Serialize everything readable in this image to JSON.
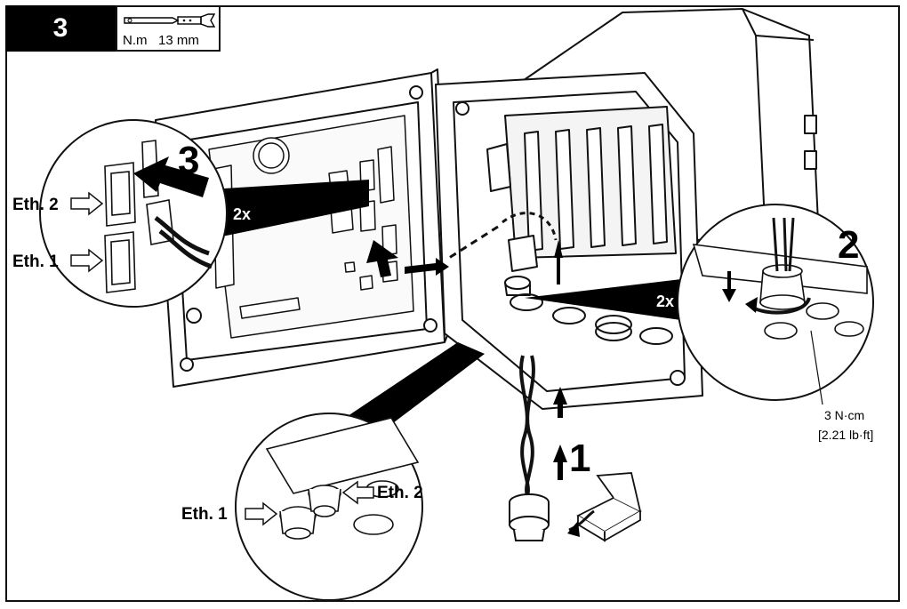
{
  "step_number": "3",
  "tools": {
    "torque_unit": "N.m",
    "wrench_size": "13 mm",
    "icon": "torque-wrench-icon"
  },
  "callouts": {
    "step_1": "1",
    "step_2": "2",
    "step_3": "3",
    "repeat_left": "2x",
    "repeat_right": "2x",
    "eth1": "Eth. 1",
    "eth2": "Eth. 2",
    "torque_line1": "3 N·cm",
    "torque_line2": "[2.21 lb·ft]"
  }
}
